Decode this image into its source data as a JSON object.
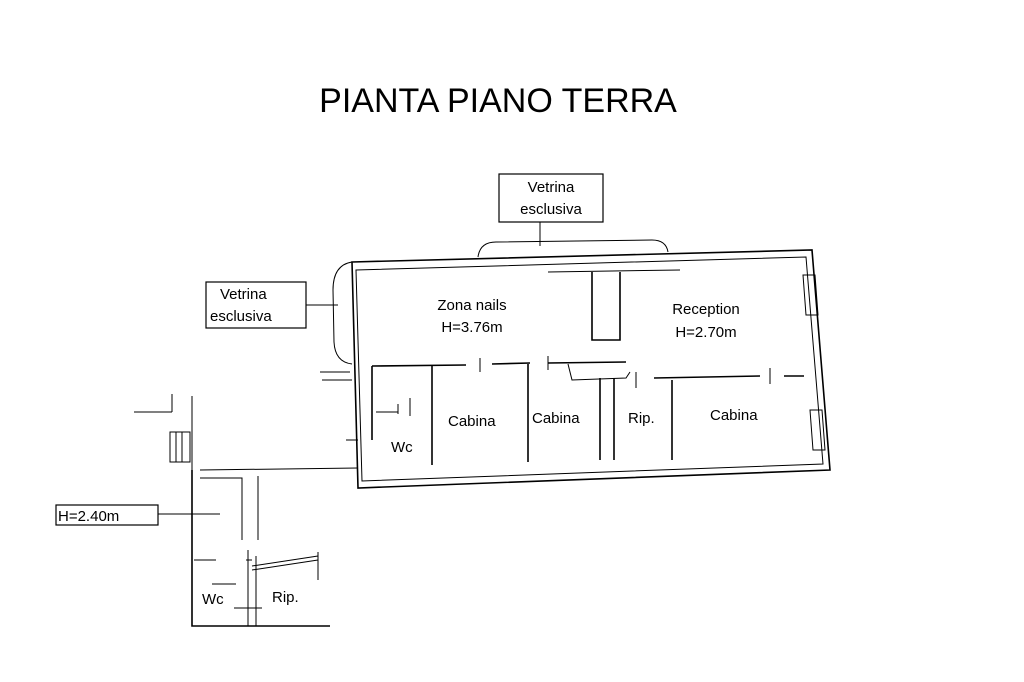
{
  "title": "PIANTA PIANO TERRA",
  "callouts": {
    "vetrina_top": [
      "Vetrina",
      "esclusiva"
    ],
    "vetrina_left": [
      "Vetrina",
      "esclusiva"
    ],
    "height_left": "H=2.40m"
  },
  "rooms": {
    "zona_nails": {
      "name": "Zona nails",
      "height": "H=3.76m"
    },
    "reception": {
      "name": "Reception",
      "height": "H=2.70m"
    },
    "wc_main": "Wc",
    "cabina_1": "Cabina",
    "cabina_2": "Cabina",
    "rip_main": "Rip.",
    "cabina_3": "Cabina",
    "wc_lower": "Wc",
    "rip_lower": "Rip."
  }
}
